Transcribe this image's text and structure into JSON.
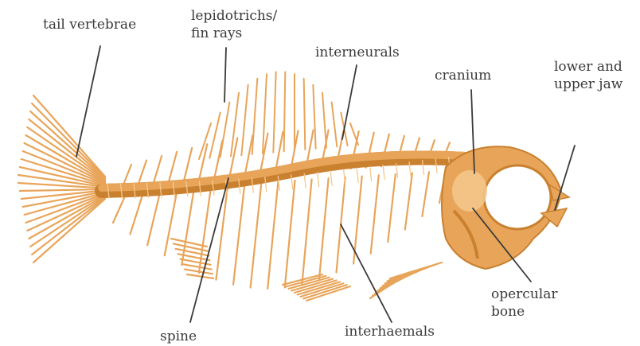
{
  "diagram": {
    "labels": {
      "tail_vertebrae": "tail vertebrae",
      "lepidotrichs_line1": "lepidotrichs/",
      "lepidotrichs_line2": "fin rays",
      "interneurals": "interneurals",
      "cranium": "cranium",
      "jaw_line1": "lower and",
      "jaw_line2": "upper jaw",
      "spine": "spine",
      "interhaemals": "interhaemals",
      "opercular_line1": "opercular",
      "opercular_line2": "bone"
    },
    "colors": {
      "bone": "#e8a55a",
      "bone_dark": "#c9802f",
      "bone_light": "#f3c88d",
      "leader_line": "#3a3a3a",
      "text": "#3a3a3a"
    }
  }
}
